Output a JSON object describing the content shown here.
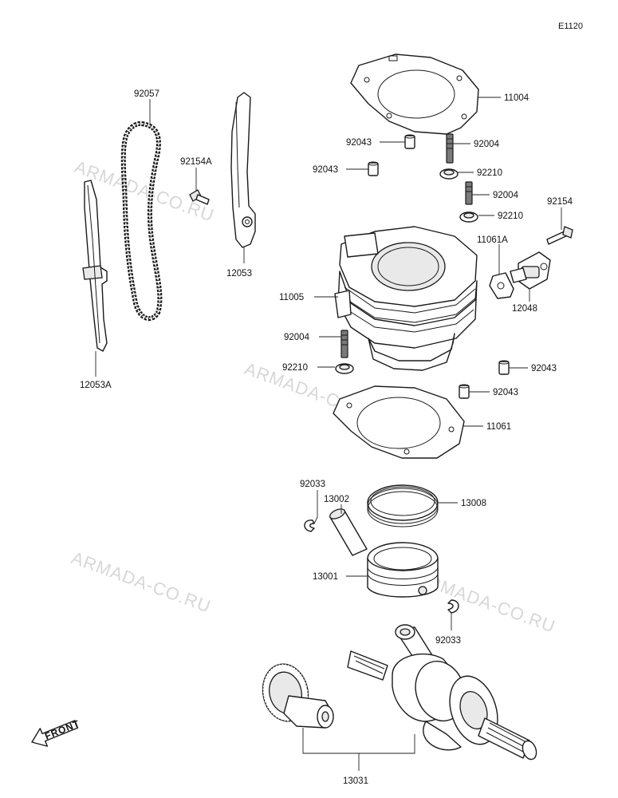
{
  "diagram_code": "E1120",
  "watermarks": [
    "ARMADA-CO.RU",
    "ARMADA-CO.RU",
    "ARMADA-CO.RU",
    "ARMADA-CO.RU"
  ],
  "front_label": "FRONT",
  "part_numbers": {
    "chain": "92057",
    "guide_a": "12053A",
    "guide": "12053",
    "bolt_a": "92154A",
    "head_gasket": "11004",
    "dowel_1": "92043",
    "dowel_2": "92043",
    "stud_1": "92004",
    "stud_2": "92004",
    "stud_3": "92004",
    "nut_1": "92210",
    "nut_2": "92210",
    "nut_3": "92210",
    "bolt": "92154",
    "tensioner_gasket": "11061A",
    "tensioner": "12048",
    "cylinder": "11005",
    "dowel_3": "92043",
    "dowel_4": "92043",
    "base_gasket": "11061",
    "circlip_1": "92033",
    "pin": "13002",
    "ring_set": "13008",
    "piston": "13001",
    "circlip_2": "92033",
    "crankshaft": "13031"
  }
}
